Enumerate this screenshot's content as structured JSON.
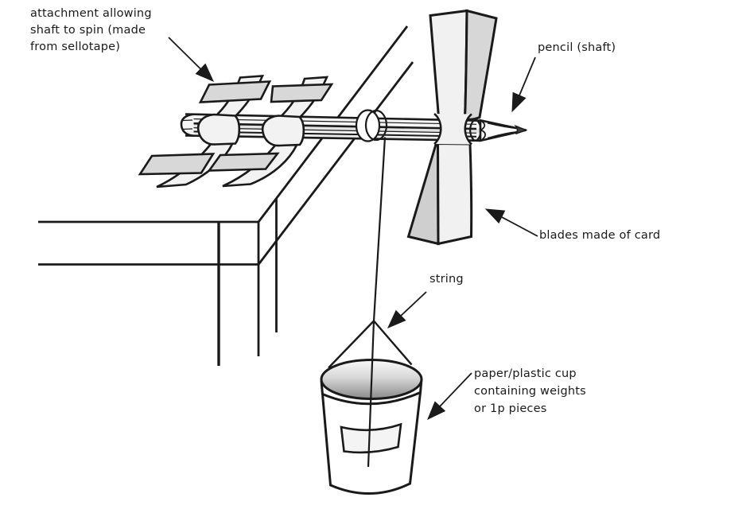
{
  "labels": {
    "attachment": [
      "attachment allowing",
      "shaft to spin (made",
      "from sellotape)"
    ],
    "pencil": "pencil (shaft)",
    "blades": "blades made of card",
    "string": "string",
    "cup": [
      "paper/plastic cup",
      "containing weights",
      "or 1p pieces"
    ]
  },
  "colors": {
    "outline": "#1a1a1a",
    "tape_gray": "#d8d8d8",
    "card_light": "#f1f1f1",
    "card_dark": "#d7d7d7",
    "card_dark_lower": "#cfcfcf",
    "cup_opening_gradient_top": "#fafafa",
    "cup_opening_gradient_bottom": "#8a8a8a",
    "graphite": "#3e3e3e"
  }
}
